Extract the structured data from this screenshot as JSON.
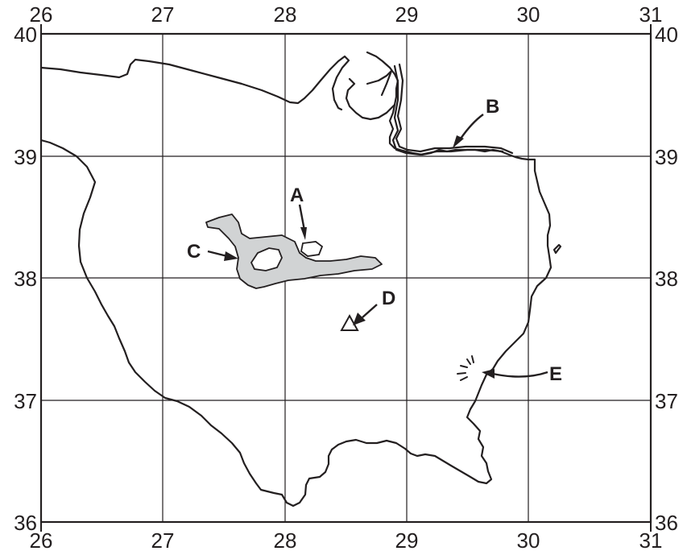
{
  "map": {
    "x_ticks": [
      "26",
      "27",
      "28",
      "29",
      "30",
      "31"
    ],
    "y_ticks": [
      "40",
      "39",
      "38",
      "37",
      "36"
    ],
    "labels": {
      "A": "A",
      "B": "B",
      "C": "C",
      "D": "D",
      "E": "E"
    },
    "colors": {
      "ink": "#231f20",
      "lake_fill": "#d1d3d4",
      "background": "#ffffff"
    }
  }
}
